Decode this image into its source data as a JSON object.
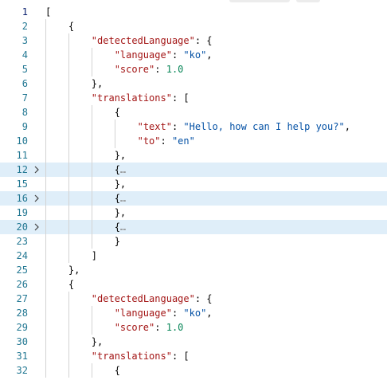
{
  "editor": {
    "lines": [
      {
        "num": "1",
        "indent": 0,
        "tokens": [
          {
            "t": "p",
            "v": "["
          }
        ]
      },
      {
        "num": "2",
        "indent": 1,
        "tokens": [
          {
            "t": "p",
            "v": "{"
          }
        ]
      },
      {
        "num": "3",
        "indent": 2,
        "tokens": [
          {
            "t": "k",
            "v": "\"detectedLanguage\""
          },
          {
            "t": "p",
            "v": ": {"
          }
        ]
      },
      {
        "num": "4",
        "indent": 3,
        "tokens": [
          {
            "t": "k",
            "v": "\"language\""
          },
          {
            "t": "p",
            "v": ": "
          },
          {
            "t": "s",
            "v": "\"ko\""
          },
          {
            "t": "p",
            "v": ","
          }
        ]
      },
      {
        "num": "5",
        "indent": 3,
        "tokens": [
          {
            "t": "k",
            "v": "\"score\""
          },
          {
            "t": "p",
            "v": ": "
          },
          {
            "t": "n",
            "v": "1.0"
          }
        ]
      },
      {
        "num": "6",
        "indent": 2,
        "tokens": [
          {
            "t": "p",
            "v": "},"
          }
        ]
      },
      {
        "num": "7",
        "indent": 2,
        "tokens": [
          {
            "t": "k",
            "v": "\"translations\""
          },
          {
            "t": "p",
            "v": ": ["
          }
        ]
      },
      {
        "num": "8",
        "indent": 3,
        "tokens": [
          {
            "t": "p",
            "v": "{"
          }
        ]
      },
      {
        "num": "9",
        "indent": 4,
        "tokens": [
          {
            "t": "k",
            "v": "\"text\""
          },
          {
            "t": "p",
            "v": ": "
          },
          {
            "t": "s",
            "v": "\"Hello, how can I help you?\""
          },
          {
            "t": "p",
            "v": ","
          }
        ]
      },
      {
        "num": "10",
        "indent": 4,
        "tokens": [
          {
            "t": "k",
            "v": "\"to\""
          },
          {
            "t": "p",
            "v": ": "
          },
          {
            "t": "s",
            "v": "\"en\""
          }
        ]
      },
      {
        "num": "11",
        "indent": 3,
        "tokens": [
          {
            "t": "p",
            "v": "},"
          }
        ]
      },
      {
        "num": "12",
        "indent": 3,
        "folded": true,
        "tokens": [
          {
            "t": "p",
            "v": "{"
          },
          {
            "t": "e",
            "v": "…"
          }
        ]
      },
      {
        "num": "15",
        "indent": 3,
        "tokens": [
          {
            "t": "p",
            "v": "},"
          }
        ]
      },
      {
        "num": "16",
        "indent": 3,
        "folded": true,
        "tokens": [
          {
            "t": "p",
            "v": "{"
          },
          {
            "t": "e",
            "v": "…"
          }
        ]
      },
      {
        "num": "19",
        "indent": 3,
        "tokens": [
          {
            "t": "p",
            "v": "},"
          }
        ]
      },
      {
        "num": "20",
        "indent": 3,
        "folded": true,
        "tokens": [
          {
            "t": "p",
            "v": "{"
          },
          {
            "t": "e",
            "v": "…"
          }
        ]
      },
      {
        "num": "23",
        "indent": 3,
        "tokens": [
          {
            "t": "p",
            "v": "}"
          }
        ]
      },
      {
        "num": "24",
        "indent": 2,
        "tokens": [
          {
            "t": "p",
            "v": "]"
          }
        ]
      },
      {
        "num": "25",
        "indent": 1,
        "tokens": [
          {
            "t": "p",
            "v": "},"
          }
        ]
      },
      {
        "num": "26",
        "indent": 1,
        "tokens": [
          {
            "t": "p",
            "v": "{"
          }
        ]
      },
      {
        "num": "27",
        "indent": 2,
        "tokens": [
          {
            "t": "k",
            "v": "\"detectedLanguage\""
          },
          {
            "t": "p",
            "v": ": {"
          }
        ]
      },
      {
        "num": "28",
        "indent": 3,
        "tokens": [
          {
            "t": "k",
            "v": "\"language\""
          },
          {
            "t": "p",
            "v": ": "
          },
          {
            "t": "s",
            "v": "\"ko\""
          },
          {
            "t": "p",
            "v": ","
          }
        ]
      },
      {
        "num": "29",
        "indent": 3,
        "tokens": [
          {
            "t": "k",
            "v": "\"score\""
          },
          {
            "t": "p",
            "v": ": "
          },
          {
            "t": "n",
            "v": "1.0"
          }
        ]
      },
      {
        "num": "30",
        "indent": 2,
        "tokens": [
          {
            "t": "p",
            "v": "},"
          }
        ]
      },
      {
        "num": "31",
        "indent": 2,
        "tokens": [
          {
            "t": "k",
            "v": "\"translations\""
          },
          {
            "t": "p",
            "v": ": ["
          }
        ]
      },
      {
        "num": "32",
        "indent": 3,
        "tokens": [
          {
            "t": "p",
            "v": "{"
          }
        ]
      }
    ],
    "fold_icon": "chevron-right-icon",
    "colors": {
      "key": "#a31515",
      "string": "#0451a5",
      "number": "#098658",
      "line_number": "#237893",
      "folded_background": "#dfeef9"
    }
  }
}
